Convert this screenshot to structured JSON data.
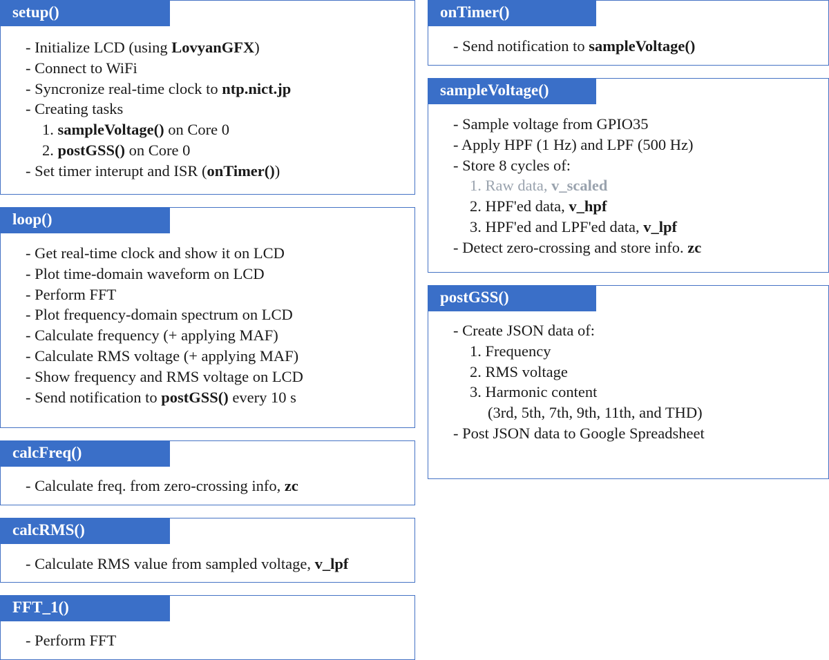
{
  "panels": {
    "setup": {
      "title": "setup()",
      "lines": [
        {
          "a": "- Initialize LCD (using ",
          "b": "LovyanGFX",
          "c": ")"
        },
        {
          "a": "- Connect to WiFi",
          "b": "",
          "c": ""
        },
        {
          "a": "- Syncronize real-time clock to ",
          "b": "ntp.nict.jp",
          "c": ""
        },
        {
          "a": "- Creating tasks",
          "b": "",
          "c": ""
        },
        {
          "a": "1. ",
          "b": "sampleVoltage()",
          "c": " on Core 0"
        },
        {
          "a": "2. ",
          "b": "postGSS()",
          "c": " on Core 0"
        },
        {
          "a": "- Set timer interupt and ISR (",
          "b": "onTimer()",
          "c": ")"
        }
      ]
    },
    "loop": {
      "title": "loop()",
      "lines": [
        {
          "a": "- Get real-time clock and show it on LCD"
        },
        {
          "a": "- Plot time-domain waveform on LCD"
        },
        {
          "a": "- Perform FFT"
        },
        {
          "a": "- Plot frequency-domain spectrum on LCD"
        },
        {
          "a": "- Calculate frequency (+ applying MAF)"
        },
        {
          "a": "- Calculate RMS voltage (+ applying MAF)"
        },
        {
          "a": "- Show frequency and RMS voltage on LCD"
        },
        {
          "a": "- Send notification to ",
          "b": "postGSS()",
          "c": " every 10 s"
        }
      ]
    },
    "calcFreq": {
      "title": "calcFreq()",
      "lines": [
        {
          "a": "- Calculate freq. from zero-crossing info, ",
          "b": "zc"
        }
      ]
    },
    "calcRMS": {
      "title": "calcRMS()",
      "lines": [
        {
          "a": "- Calculate RMS value from sampled voltage, ",
          "b": "v_lpf"
        }
      ]
    },
    "fft1": {
      "title": "FFT_1()",
      "lines": [
        {
          "a": "- Perform FFT"
        }
      ]
    },
    "onTimer": {
      "title": "onTimer()",
      "lines": [
        {
          "a": "- Send notification to ",
          "b": "sampleVoltage()"
        }
      ]
    },
    "sampleVoltage": {
      "title": "sampleVoltage()",
      "lines": [
        {
          "a": "- Sample voltage from GPIO35"
        },
        {
          "a": "- Apply HPF (1 Hz) and LPF (500 Hz)"
        },
        {
          "a": "- Store 8 cycles of:"
        },
        {
          "a": "1. Raw data, ",
          "b": "v_scaled"
        },
        {
          "a": "2. HPF'ed data, ",
          "b": "v_hpf"
        },
        {
          "a": "3. HPF'ed and LPF'ed data, ",
          "b": "v_lpf"
        },
        {
          "a": "- Detect zero-crossing and store info. ",
          "b": "zc"
        }
      ]
    },
    "postGSS": {
      "title": "postGSS()",
      "lines": [
        {
          "a": "- Create JSON data of:"
        },
        {
          "a": "1. Frequency"
        },
        {
          "a": "2. RMS voltage"
        },
        {
          "a": "3. Harmonic content"
        },
        {
          "a": "(3rd, 5th, 7th, 9th, 11th, and THD)"
        },
        {
          "a": "- Post JSON data to Google Spreadsheet"
        }
      ]
    }
  },
  "colors": {
    "header_bg": "#3a6fc8",
    "border": "#4472c4",
    "faded_text": "#9aa3ae"
  }
}
